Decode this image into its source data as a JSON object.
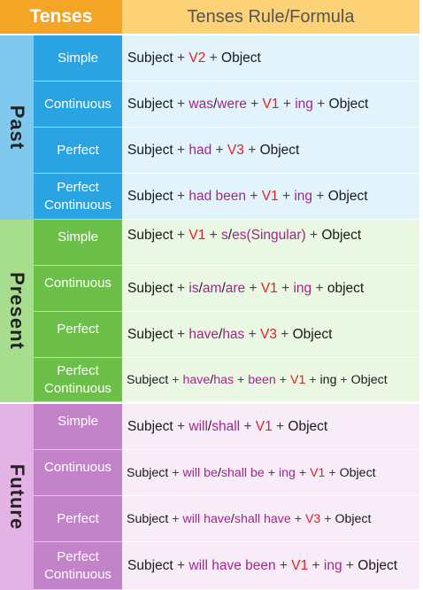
{
  "header": {
    "tenses": "Tenses",
    "rule": "Tenses Rule/Formula"
  },
  "groups": [
    {
      "label": "Past",
      "rows": [
        {
          "sub": "Simple",
          "parts": [
            [
              "Subject",
              ""
            ],
            [
              " + ",
              "g"
            ],
            [
              "V2",
              "r"
            ],
            [
              " + ",
              "g"
            ],
            [
              "Object",
              ""
            ]
          ]
        },
        {
          "sub": "Continuous",
          "parts": [
            [
              "Subject",
              ""
            ],
            [
              " + ",
              "g"
            ],
            [
              "was",
              "p"
            ],
            [
              "/",
              ""
            ],
            [
              "were",
              "p"
            ],
            [
              " + ",
              "g"
            ],
            [
              "V1",
              "r"
            ],
            [
              " + ",
              "g"
            ],
            [
              "ing",
              "p"
            ],
            [
              " + ",
              "g"
            ],
            [
              "Object",
              ""
            ]
          ]
        },
        {
          "sub": "Perfect",
          "parts": [
            [
              "Subject",
              ""
            ],
            [
              " + ",
              "g"
            ],
            [
              "had",
              "p"
            ],
            [
              " + ",
              "g"
            ],
            [
              "V3",
              "r"
            ],
            [
              " + ",
              "g"
            ],
            [
              "Object",
              ""
            ]
          ]
        },
        {
          "sub": "Perfect Continuous",
          "parts": [
            [
              "Subject",
              ""
            ],
            [
              " + ",
              "g"
            ],
            [
              "had been",
              "p"
            ],
            [
              " + ",
              "g"
            ],
            [
              "V1",
              "r"
            ],
            [
              " + ",
              "g"
            ],
            [
              "ing",
              "p"
            ],
            [
              " + ",
              "g"
            ],
            [
              "Object",
              ""
            ]
          ]
        }
      ]
    },
    {
      "label": "Present",
      "rows": [
        {
          "sub": "Simple",
          "parts": [
            [
              "Subject",
              ""
            ],
            [
              " + ",
              "g"
            ],
            [
              "V1",
              "r"
            ],
            [
              " + ",
              "g"
            ],
            [
              "s",
              "p"
            ],
            [
              "/",
              ""
            ],
            [
              "es",
              "p"
            ],
            [
              "(Singular)",
              "p"
            ],
            [
              " + ",
              "g"
            ],
            [
              "Object",
              ""
            ]
          ]
        },
        {
          "sub": "Continuous",
          "parts": [
            [
              "Subject",
              ""
            ],
            [
              " + ",
              "g"
            ],
            [
              "is",
              "p"
            ],
            [
              "/",
              ""
            ],
            [
              "am",
              "p"
            ],
            [
              "/",
              ""
            ],
            [
              "are",
              "p"
            ],
            [
              " + ",
              "g"
            ],
            [
              "V1",
              "r"
            ],
            [
              " + ",
              "g"
            ],
            [
              "ing",
              "p"
            ],
            [
              " + ",
              "g"
            ],
            [
              "object",
              ""
            ]
          ]
        },
        {
          "sub": "Perfect",
          "parts": [
            [
              "Subject",
              ""
            ],
            [
              " + ",
              "g"
            ],
            [
              "have",
              "p"
            ],
            [
              "/",
              ""
            ],
            [
              "has",
              "p"
            ],
            [
              " + ",
              "g"
            ],
            [
              "V3",
              "r"
            ],
            [
              " + ",
              "g"
            ],
            [
              "Object",
              ""
            ]
          ]
        },
        {
          "sub": "Perfect Continuous",
          "parts": [
            [
              "Subject",
              ""
            ],
            [
              " + ",
              "g"
            ],
            [
              "have",
              "p"
            ],
            [
              "/",
              ""
            ],
            [
              "has",
              "p"
            ],
            [
              " + ",
              "g"
            ],
            [
              "been",
              "p"
            ],
            [
              " + ",
              "g"
            ],
            [
              "V1",
              "r"
            ],
            [
              " + ",
              "g"
            ],
            [
              "ing",
              ""
            ],
            [
              " + ",
              "g"
            ],
            [
              "Object",
              ""
            ]
          ]
        }
      ]
    },
    {
      "label": "Future",
      "rows": [
        {
          "sub": "Simple",
          "parts": [
            [
              "Subject",
              ""
            ],
            [
              " + ",
              "g"
            ],
            [
              "will",
              "p"
            ],
            [
              "/",
              ""
            ],
            [
              "shall",
              "p"
            ],
            [
              " + ",
              "g"
            ],
            [
              "V1",
              "r"
            ],
            [
              " + ",
              "g"
            ],
            [
              "Object",
              ""
            ]
          ]
        },
        {
          "sub": "Continuous",
          "parts": [
            [
              "Subject",
              ""
            ],
            [
              " + ",
              "g"
            ],
            [
              "will be",
              "p"
            ],
            [
              "/",
              ""
            ],
            [
              "shall be",
              "p"
            ],
            [
              " + ",
              "g"
            ],
            [
              "ing",
              "p"
            ],
            [
              " + ",
              "g"
            ],
            [
              "V1",
              "r"
            ],
            [
              " + ",
              "g"
            ],
            [
              "Object",
              ""
            ]
          ]
        },
        {
          "sub": "Perfect",
          "parts": [
            [
              "Subject",
              ""
            ],
            [
              " + ",
              "g"
            ],
            [
              "will have",
              "p"
            ],
            [
              "/",
              ""
            ],
            [
              "shall have",
              "p"
            ],
            [
              " + ",
              "g"
            ],
            [
              "V3",
              "r"
            ],
            [
              " + ",
              "g"
            ],
            [
              "Object",
              ""
            ]
          ]
        },
        {
          "sub": "Perfect Continuous",
          "parts": [
            [
              "Subject",
              ""
            ],
            [
              " + ",
              "g"
            ],
            [
              "will have been",
              "p"
            ],
            [
              " + ",
              "g"
            ],
            [
              "V1",
              "r"
            ],
            [
              " + ",
              "g"
            ],
            [
              "ing",
              "p"
            ],
            [
              " + ",
              "g"
            ],
            [
              "Object",
              ""
            ]
          ]
        }
      ]
    }
  ]
}
